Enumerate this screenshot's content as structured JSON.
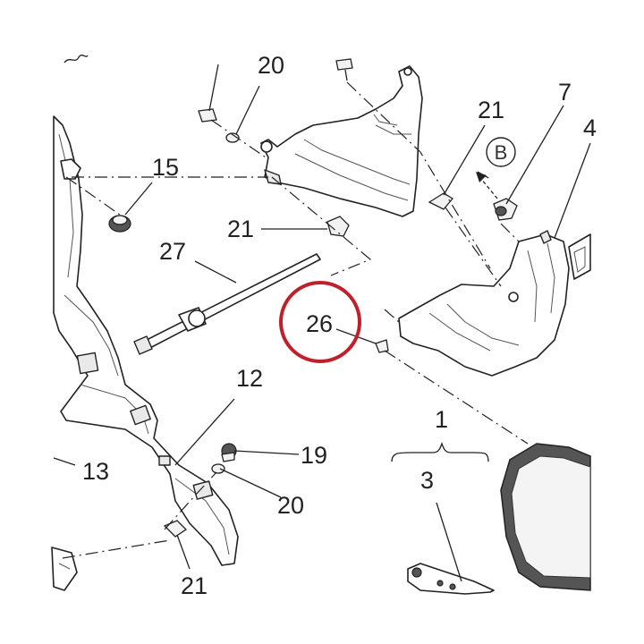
{
  "diagram": {
    "highlight_color": "#c0202a",
    "callouts": {
      "c20_top": "20",
      "c21_top": "21",
      "c7": "7",
      "c4": "4",
      "c15": "15",
      "c21_mid": "21",
      "c27": "27",
      "c26": "26",
      "c12": "12",
      "c1": "1",
      "c13": "13",
      "c19": "19",
      "c3": "3",
      "c20_bot": "20",
      "c21_bot": "21"
    },
    "view_marker": "B",
    "highlighted_part": "26"
  }
}
